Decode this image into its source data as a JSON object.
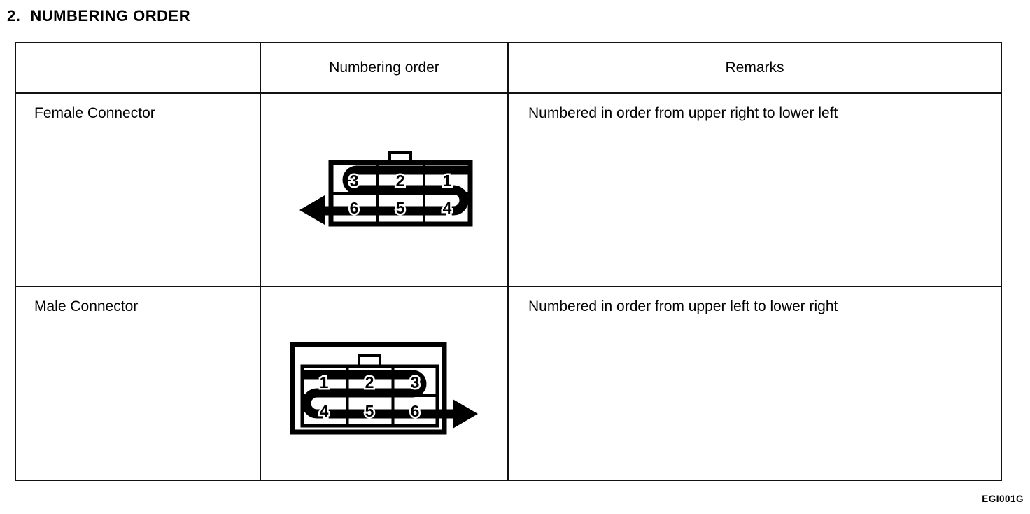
{
  "page": {
    "title_number": "2.",
    "title_text": "NUMBERING ORDER",
    "figure_code": "EGI001G"
  },
  "table": {
    "headers": {
      "label_col": "",
      "numbering_col": "Numbering order",
      "remarks_col": "Remarks"
    },
    "rows": [
      {
        "label": "Female Connector",
        "remark": "Numbered in order from upper right to lower left",
        "diagram": {
          "type": "female-connector-pinout",
          "top_row": [
            "3",
            "2",
            "1"
          ],
          "bottom_row": [
            "6",
            "5",
            "4"
          ],
          "arrow_direction": "left"
        }
      },
      {
        "label": "Male Connector",
        "remark": "Numbered in order from upper left to lower right",
        "diagram": {
          "type": "male-connector-pinout",
          "top_row": [
            "1",
            "2",
            "3"
          ],
          "bottom_row": [
            "4",
            "5",
            "6"
          ],
          "arrow_direction": "right"
        }
      }
    ]
  },
  "colors": {
    "ink": "#000000",
    "paper": "#ffffff"
  }
}
